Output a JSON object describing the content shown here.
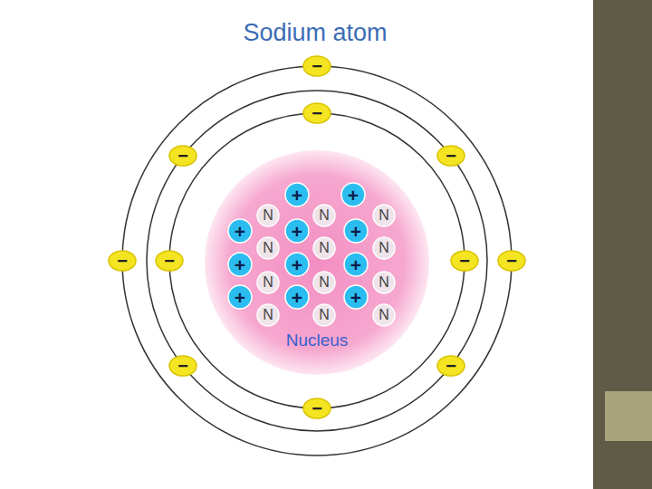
{
  "diagram": {
    "title": "Sodium atom",
    "nodes": [
      {
        "text": [
          "−"
        ]
      },
      {
        "text": [
          "−"
        ]
      },
      {
        "text": [
          "−"
        ]
      },
      {
        "text": [
          "−"
        ]
      },
      {
        "text": [
          "Nucleus"
        ]
      },
      {
        "text": [
          "+"
        ],
        "in": 4
      },
      {
        "text": [
          "+"
        ],
        "in": 4
      },
      {
        "text": [
          "N"
        ],
        "in": 4
      },
      {
        "text": [
          "N"
        ],
        "in": 4
      },
      {
        "text": [
          "N"
        ],
        "in": 4
      },
      {
        "text": [
          "+"
        ],
        "in": 4
      },
      {
        "text": [
          "+"
        ],
        "in": 4
      },
      {
        "text": [
          "+"
        ],
        "in": 4
      },
      {
        "text": [
          "N"
        ],
        "in": 4
      },
      {
        "text": [
          "N"
        ],
        "in": 4
      },
      {
        "text": [
          "N"
        ],
        "in": 4
      },
      {
        "text": [
          "+"
        ],
        "in": 4
      },
      {
        "text": [
          "+"
        ],
        "in": 4
      },
      {
        "text": [
          "+"
        ],
        "in": 4
      },
      {
        "text": [
          "N"
        ],
        "in": 4
      },
      {
        "text": [
          "N"
        ],
        "in": 4
      },
      {
        "text": [
          "N"
        ],
        "in": 4
      },
      {
        "text": [
          "+"
        ],
        "in": 4
      },
      {
        "text": [
          "+"
        ],
        "in": 4
      },
      {
        "text": [
          "+"
        ],
        "in": 4
      },
      {
        "text": [
          "N"
        ],
        "in": 4
      },
      {
        "text": [
          "N"
        ],
        "in": 4
      },
      {
        "text": [
          "N"
        ],
        "in": 4
      },
      {
        "text": [
          "−"
        ]
      },
      {
        "text": [
          "−"
        ]
      },
      {
        "text": [
          "−"
        ]
      },
      {
        "text": [
          "−"
        ]
      },
      {
        "text": [
          "−"
        ]
      },
      {
        "text": [
          "−"
        ]
      },
      {
        "text": [
          "−"
        ]
      }
    ]
  }
}
